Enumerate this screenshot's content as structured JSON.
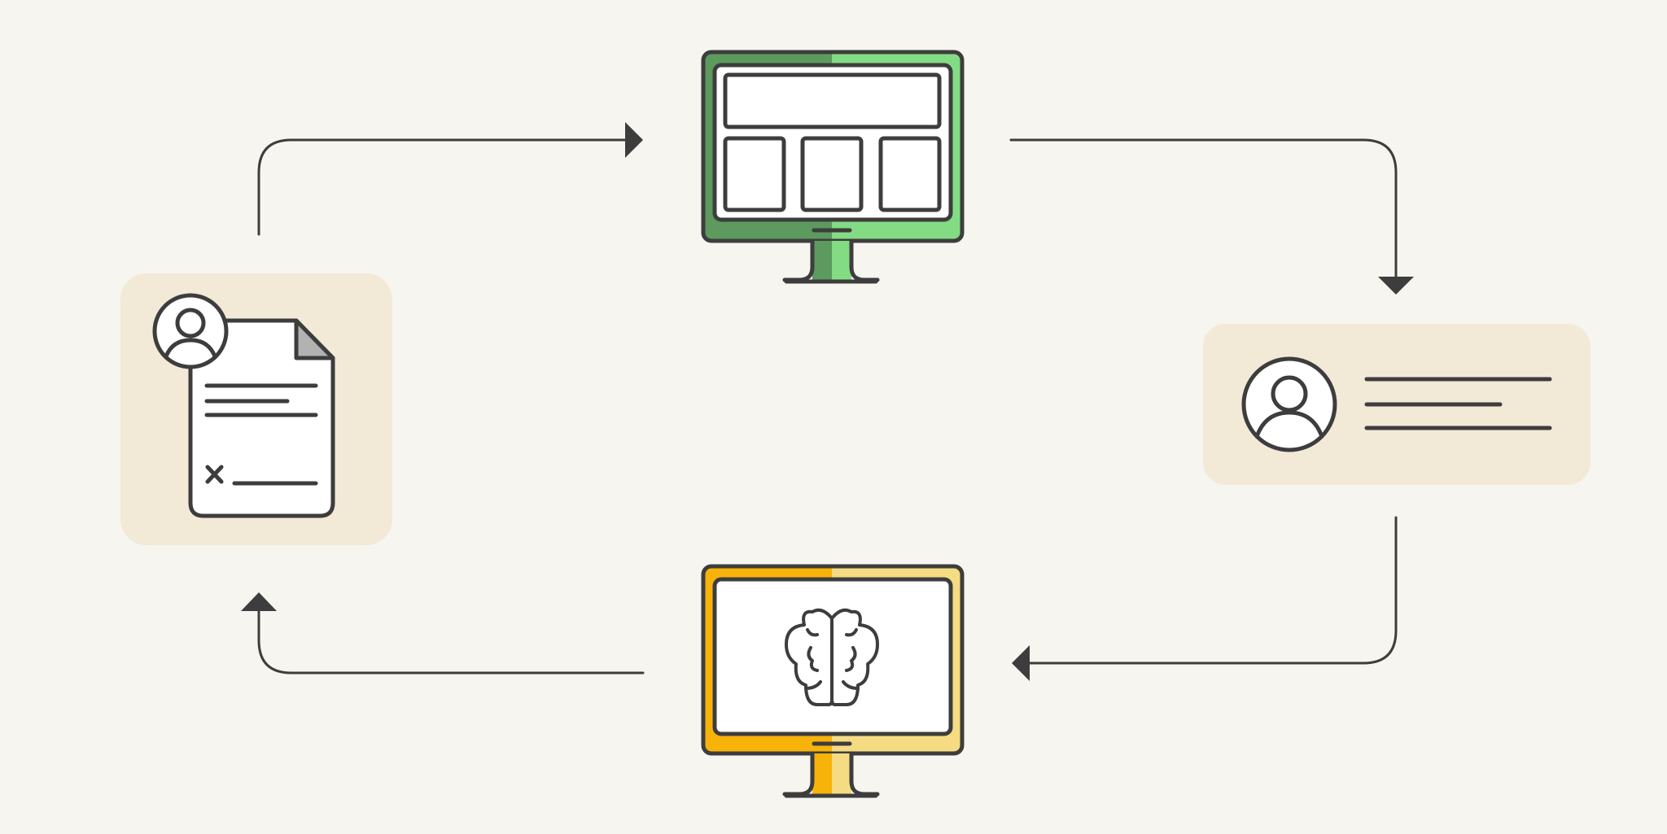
{
  "colors": {
    "background": "#f7f5f0",
    "panel": "#f2e9d7",
    "stroke": "#3d3d3d",
    "white": "#ffffff",
    "green_dark": "#5c9a5e",
    "green_light": "#83dc83",
    "yellow_dark": "#f7b30a",
    "yellow_light": "#f5dc82",
    "fold_gray": "#b2b2b2"
  },
  "nodes": {
    "form": {
      "icon": "user-document-signature-icon"
    },
    "dashboard": {
      "icon": "monitor-dashboard-icon"
    },
    "profile": {
      "icon": "user-profile-card-icon"
    },
    "ai": {
      "icon": "monitor-brain-icon"
    }
  },
  "flow": [
    "form",
    "dashboard",
    "profile",
    "ai",
    "form"
  ]
}
